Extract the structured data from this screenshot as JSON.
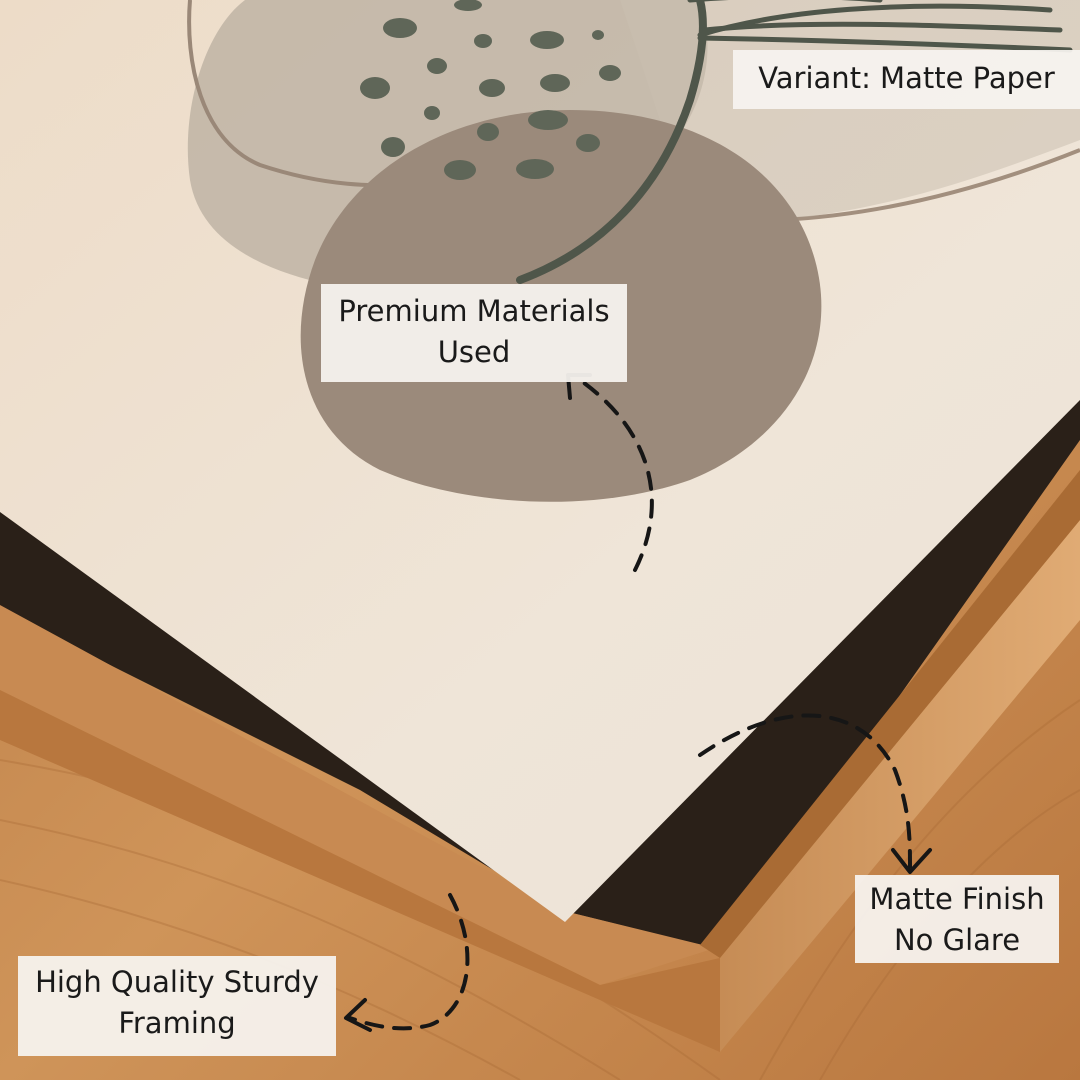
{
  "callouts": {
    "variant": "Variant: Matte Paper",
    "premium": [
      "Premium Materials",
      "Used"
    ],
    "matte": [
      "Matte Finish",
      "No Glare"
    ],
    "framing": [
      "High Quality Sturdy",
      "Framing"
    ]
  },
  "colors": {
    "canvas_paper": "#efe4d6",
    "wood_floor": "#c98a4f",
    "frame_wood": "#d9a26c",
    "blob_taupe": "#9d8b7c",
    "leaf_green": "#5f6658",
    "callout_bg": "#f6f3ef",
    "arrow": "#161616"
  }
}
